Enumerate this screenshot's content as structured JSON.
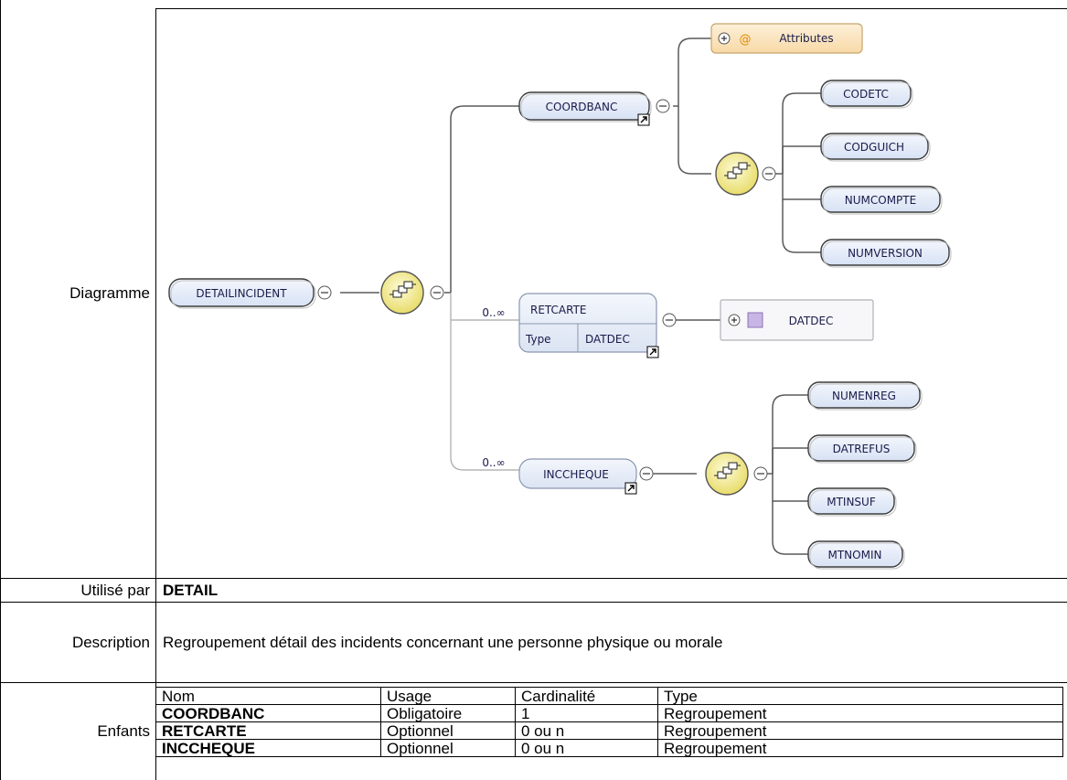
{
  "labels": {
    "diagram": "Diagramme",
    "used_by": "Utilisé par",
    "description": "Description",
    "children": "Enfants"
  },
  "used_by_value": "DETAIL",
  "description_value": "Regroupement détail des incidents concernant une personne physique ou morale",
  "diagram": {
    "root": "DETAILINCIDENT",
    "coordbanc": "COORDBANC",
    "attributes": "Attributes",
    "coordbanc_children": [
      "CODETC",
      "CODGUICH",
      "NUMCOMPTE",
      "NUMVERSION"
    ],
    "retcarte": "RETCARTE",
    "retcarte_type_label": "Type",
    "retcarte_type_value": "DATDEC",
    "datdec": "DATDEC",
    "inccheque": "INCCHEQUE",
    "inccheque_children": [
      "NUMENREG",
      "DATREFUS",
      "MTINSUF",
      "MTNOMIN"
    ],
    "cardinality_retcarte": "0..∞",
    "cardinality_inccheque": "0..∞",
    "colors": {
      "node_fill": "#e4ecf8",
      "node_stroke": "#3c3c3c",
      "attr_fill": "#fbe3bf",
      "seq_fill": "#f6f0a8"
    }
  },
  "children_table": {
    "headers": [
      "Nom",
      "Usage",
      "Cardinalité",
      "Type"
    ],
    "rows": [
      [
        "COORDBANC",
        "Obligatoire",
        "1",
        "Regroupement"
      ],
      [
        "RETCARTE",
        "Optionnel",
        "0 ou n",
        "Regroupement"
      ],
      [
        "INCCHEQUE",
        "Optionnel",
        "0 ou n",
        "Regroupement"
      ]
    ]
  }
}
